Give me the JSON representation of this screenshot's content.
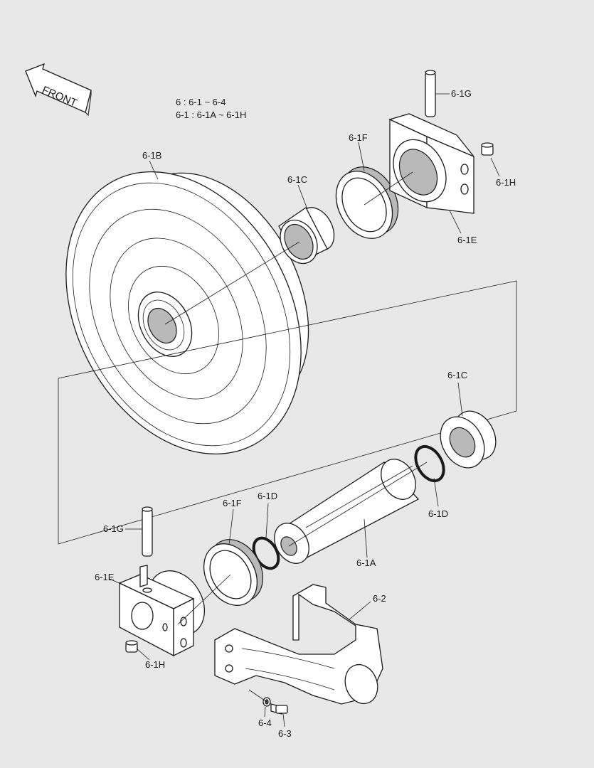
{
  "header": {
    "line1": "6 : 6-1 ~ 6-4",
    "line2": "6-1 : 6-1A ~ 6-1H"
  },
  "front_arrow": {
    "label": "FRONT"
  },
  "labels": {
    "g_top": "6-1G",
    "f_top": "6-1F",
    "b": "6-1B",
    "c_top": "6-1C",
    "h_top": "6-1H",
    "e_top": "6-1E",
    "c_mid": "6-1C",
    "d_right": "6-1D",
    "f_bottom": "6-1F",
    "d_bottom": "6-1D",
    "g_bottom": "6-1G",
    "a": "6-1A",
    "e_bottom": "6-1E",
    "yoke": "6-2",
    "h_bottom": "6-1H",
    "washer": "6-4",
    "bolt": "6-3"
  }
}
